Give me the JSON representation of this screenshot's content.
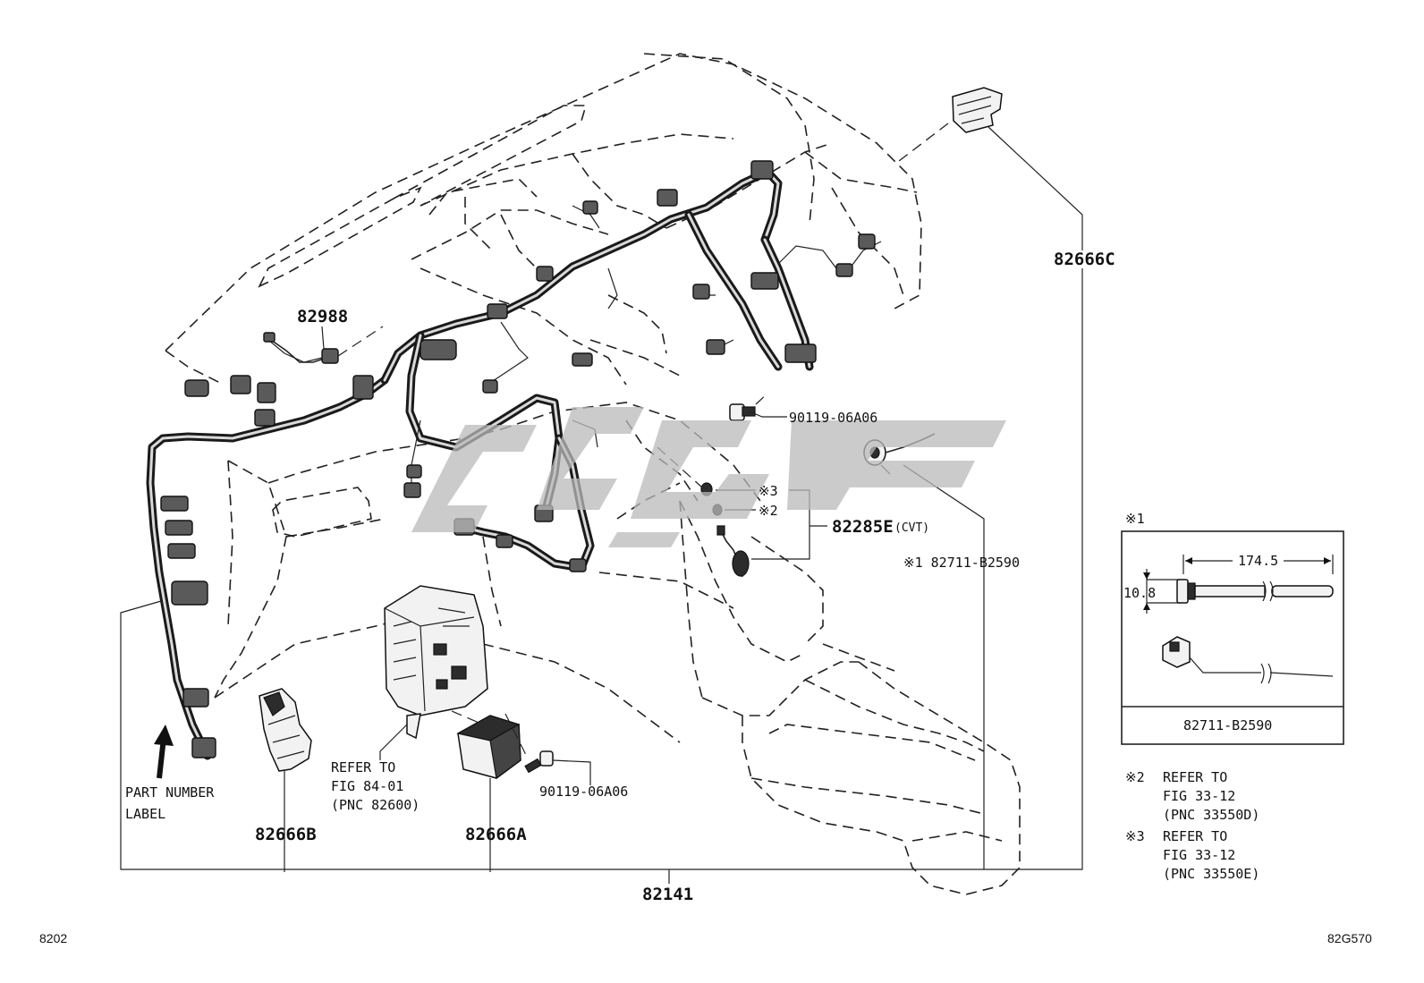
{
  "labels": {
    "p82666C": "82666C",
    "p82988": "82988",
    "p90119_top": "90119-06A06",
    "m3": "※3",
    "m2": "※2",
    "p82285E": "82285E",
    "p82285E_note": "(CVT)",
    "p82711_ref": "※1 82711-B2590",
    "part_number_label": [
      "PART NUMBER",
      "LABEL"
    ],
    "p82666B": "82666B",
    "refer_fig": [
      "REFER TO",
      "FIG 84-01",
      "(PNC 82600)"
    ],
    "p82666A": "82666A",
    "p90119_bottom": "90119-06A06",
    "p82141": "82141"
  },
  "inset": {
    "mark": "※1",
    "dim_length": "174.5",
    "dim_height": "10.8",
    "part_no": "82711-B2590"
  },
  "notes": [
    {
      "mark": "※2",
      "lines": [
        "REFER TO",
        "FIG 33-12",
        "(PNC 33550D)"
      ]
    },
    {
      "mark": "※3",
      "lines": [
        "REFER TO",
        "FIG 33-12",
        "(PNC 33550E)"
      ]
    }
  ],
  "footer": {
    "left": "8202",
    "right": "82G570"
  }
}
